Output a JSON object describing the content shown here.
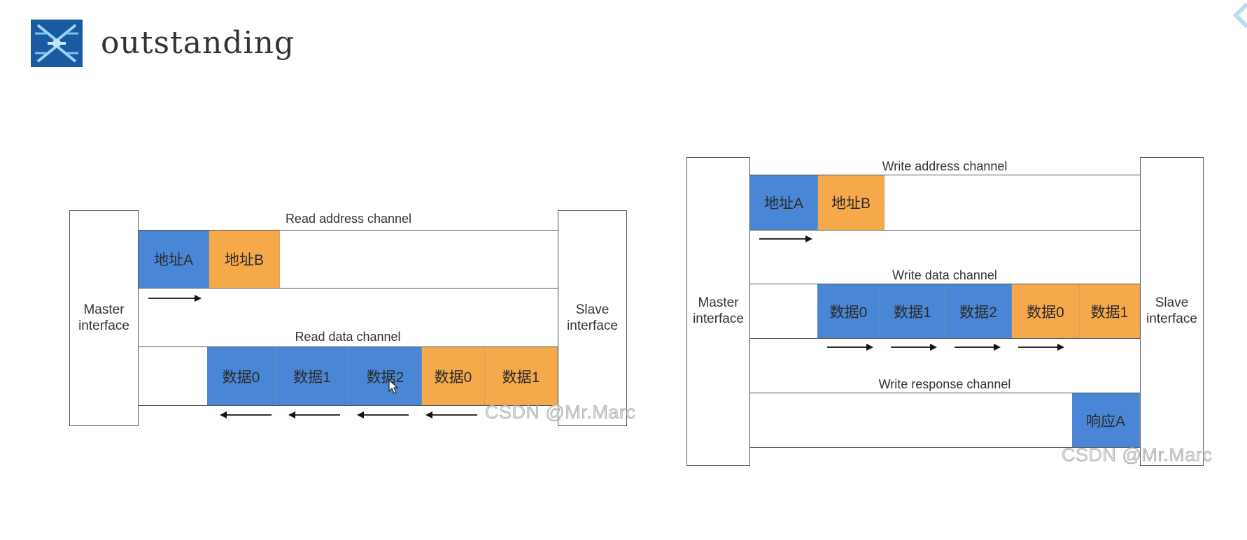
{
  "page": {
    "title": "outstanding",
    "watermark": "CSDN @Mr.Marc"
  },
  "read_diagram": {
    "master_label": "Master\ninterface",
    "slave_label": "Slave\ninterface",
    "address_channel": {
      "label": "Read address channel",
      "cells": [
        "地址A",
        "地址B"
      ]
    },
    "data_channel": {
      "label": "Read data channel",
      "cells": [
        "数据0",
        "数据1",
        "数据2",
        "数据0",
        "数据1"
      ]
    }
  },
  "write_diagram": {
    "master_label": "Master\ninterface",
    "slave_label": "Slave\ninterface",
    "address_channel": {
      "label": "Write address channel",
      "cells": [
        "地址A",
        "地址B"
      ]
    },
    "data_channel": {
      "label": "Write data channel",
      "cells": [
        "数据0",
        "数据1",
        "数据2",
        "数据0",
        "数据1"
      ]
    },
    "response_channel": {
      "label": "Write response channel",
      "cells": [
        "响应A"
      ]
    }
  },
  "colors": {
    "transaction_a": "#4a86d6",
    "transaction_b": "#f6a94a",
    "logo": "#1a5aa0"
  }
}
